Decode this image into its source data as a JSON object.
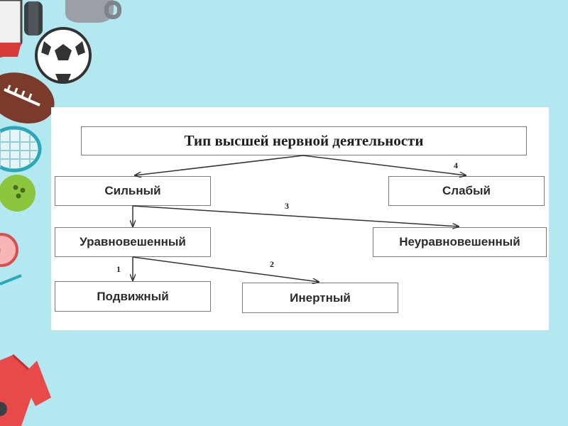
{
  "colors": {
    "background": "#b3e8f1",
    "panel": "#ffffff",
    "box_border": "#7a7a7a",
    "arrow": "#333333"
  },
  "decor_icons": [
    "hockey-puck-icon",
    "kettlebell-icon",
    "skate-icon",
    "soccer-ball-icon",
    "rugby-ball-icon",
    "tennis-racket-icon",
    "bowling-ball-icon",
    "tennis-ball-icon",
    "jersey-icon"
  ],
  "diagram": {
    "root": "Тип высшей нервной деятельности",
    "strong": "Сильный",
    "weak": "Слабый",
    "balanced": "Уравновешенный",
    "unbalanced": "Неуравновешенный",
    "mobile": "Подвижный",
    "inert": "Инертный",
    "numbers": {
      "n1": "1",
      "n2": "2",
      "n3": "3",
      "n4": "4"
    }
  }
}
